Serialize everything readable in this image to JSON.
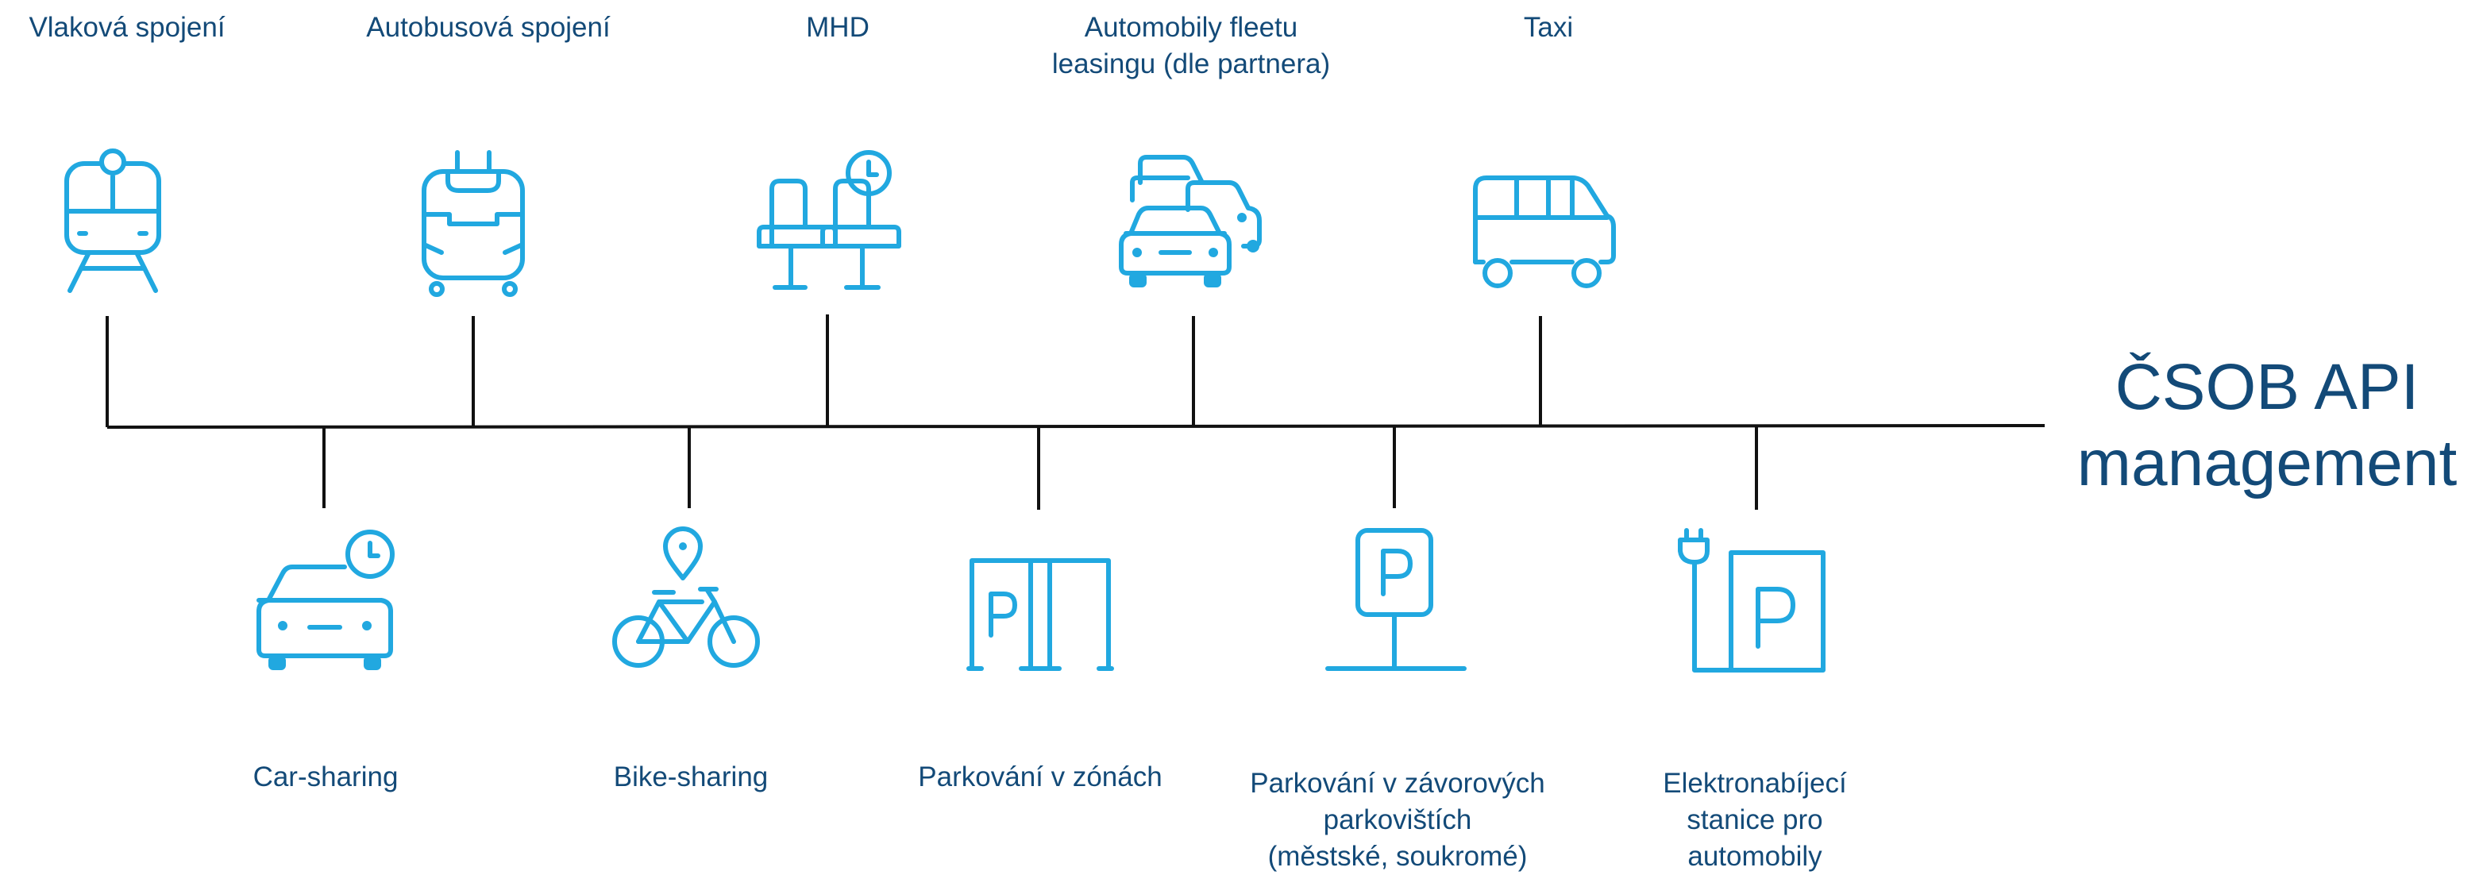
{
  "colors": {
    "icon": "#21a8e0",
    "text": "#134a78",
    "connector": "#111111"
  },
  "title": {
    "line1": "ČSOB API",
    "line2": "management"
  },
  "top_nodes": [
    {
      "id": "train",
      "icon": "train-icon",
      "label_lines": [
        "Vlaková spojení"
      ]
    },
    {
      "id": "bus",
      "icon": "bus-icon",
      "label_lines": [
        "Autobusová spojení"
      ]
    },
    {
      "id": "mhd",
      "icon": "seats-clock-icon",
      "label_lines": [
        "MHD"
      ]
    },
    {
      "id": "fleet",
      "icon": "car-fleet-icon",
      "label_lines": [
        "Automobily fleetu",
        "leasingu (dle partnera)"
      ]
    },
    {
      "id": "taxi",
      "icon": "van-icon",
      "label_lines": [
        "Taxi"
      ]
    }
  ],
  "bottom_nodes": [
    {
      "id": "carsharing",
      "icon": "car-clock-icon",
      "label_lines": [
        "Car-sharing"
      ]
    },
    {
      "id": "bikesharing",
      "icon": "bike-pin-icon",
      "label_lines": [
        "Bike-sharing"
      ]
    },
    {
      "id": "zones",
      "icon": "parking-zone-icon",
      "label_lines": [
        "Parkování v zónách"
      ]
    },
    {
      "id": "barrier",
      "icon": "parking-sign-icon",
      "label_lines": [
        "Parkování v závorových",
        "parkovištích",
        "(městské, soukromé)"
      ]
    },
    {
      "id": "ev",
      "icon": "ev-charging-parking-icon",
      "label_lines": [
        "Elektronabíjecí",
        "stanice pro",
        "automobily"
      ]
    }
  ]
}
